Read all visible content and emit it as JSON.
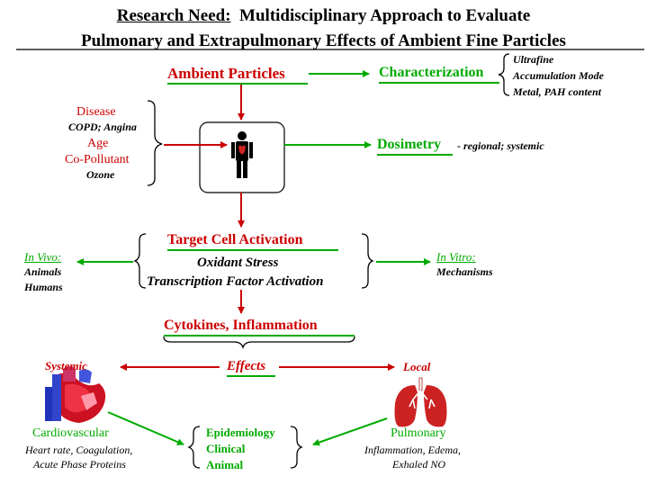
{
  "title": {
    "line1_prefix": "Research Need:",
    "line1_rest": "Multidisciplinary Approach to Evaluate",
    "line2": "Pulmonary and Extrapulmonary Effects of Ambient Fine Particles"
  },
  "nodes": {
    "ambient_particles": "Ambient Particles",
    "characterization": "Characterization",
    "char_details": [
      "Ultrafine",
      "Accumulation Mode",
      "Metal, PAH content"
    ],
    "disease": "Disease",
    "disease_detail": "COPD; Angina",
    "age": "Age",
    "copollutant": "Co-Pollutant",
    "copollutant_detail": "Ozone",
    "dosimetry": "Dosimetry",
    "dosimetry_detail": "- regional; systemic",
    "target_cell": "Target Cell Activation",
    "oxidant_stress": "Oxidant Stress",
    "transcription": "Transcription Factor Activation",
    "in_vivo": "In Vivo:",
    "in_vivo_items": [
      "Animals",
      "Humans"
    ],
    "in_vitro": "In Vitro:",
    "in_vitro_items": [
      "Mechanisms"
    ],
    "cytokines": "Cytokines, Inflammation",
    "effects": "Effects",
    "systemic": "Systemic",
    "local": "Local",
    "cardiovascular": "Cardiovascular",
    "cardio_details": [
      "Heart rate, Coagulation,",
      "Acute Phase Proteins"
    ],
    "pulmonary": "Pulmonary",
    "pulmonary_details": [
      "Inflammation, Edema,",
      "Exhaled NO"
    ],
    "studies": [
      "Epidemiology",
      "Clinical",
      "Animal"
    ]
  },
  "colors": {
    "red": "#cc0000",
    "green": "#00aa00",
    "black": "#000000"
  },
  "icons": [
    "human-figure-icon",
    "heart-icon",
    "lungs-icon"
  ]
}
